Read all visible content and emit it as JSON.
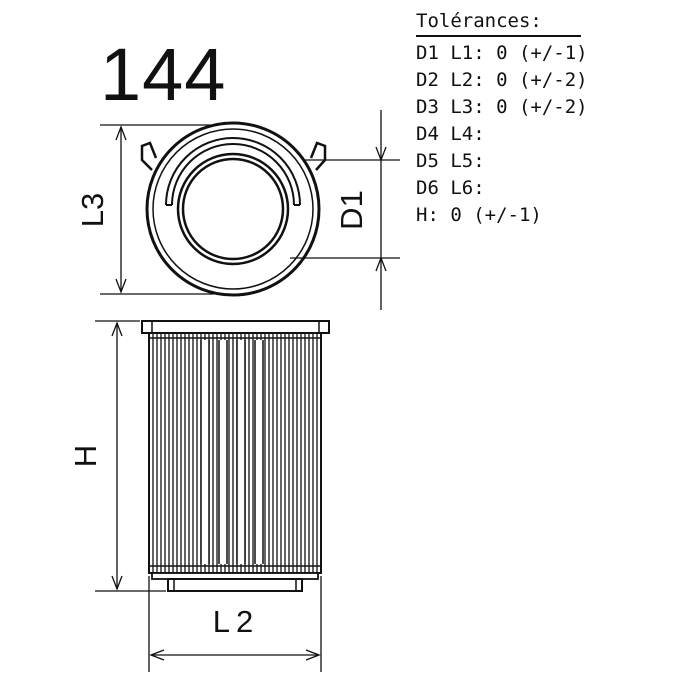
{
  "part_number": "144",
  "tolerances": {
    "title": "Tolérances:",
    "lines": [
      "D1 L1: 0 (+/-1)",
      "D2 L2: 0 (+/-2)",
      "D3 L3: 0 (+/-2)",
      "D4 L4:",
      "D5 L5:",
      "D6 L6:",
      "H: 0 (+/-1)"
    ]
  },
  "dimensions": {
    "L3": "L3",
    "D1": "D1",
    "H": "H",
    "L2": "L2"
  }
}
